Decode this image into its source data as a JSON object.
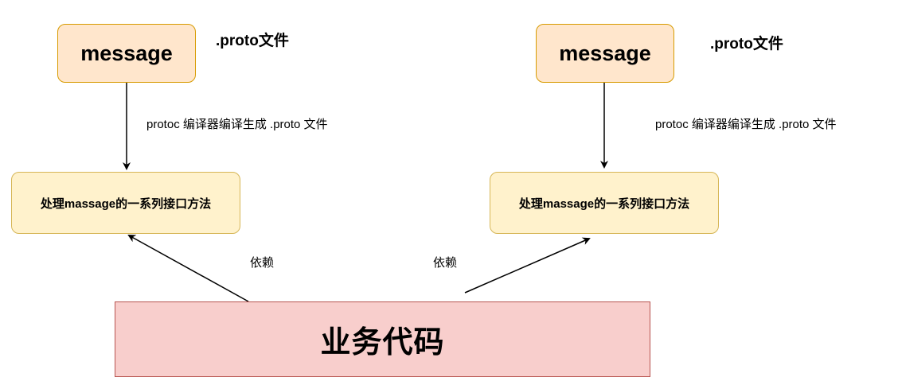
{
  "left": {
    "message": "message",
    "file_label": ".proto文件",
    "compile_label": "protoc 编译器编译生成 .proto 文件",
    "interface": "处理massage的一系列接口方法",
    "dependency_label": "依赖"
  },
  "right": {
    "message": "message",
    "file_label": ".proto文件",
    "compile_label": "protoc 编译器编译生成 .proto 文件",
    "interface": "处理massage的一系列接口方法",
    "dependency_label": "依赖"
  },
  "business": "业务代码",
  "colors": {
    "message_fill": "#ffe6cc",
    "message_stroke": "#d79b00",
    "interface_fill": "#fff2cc",
    "interface_stroke": "#d6b656",
    "business_fill": "#f8cecc",
    "business_stroke": "#b85450"
  }
}
